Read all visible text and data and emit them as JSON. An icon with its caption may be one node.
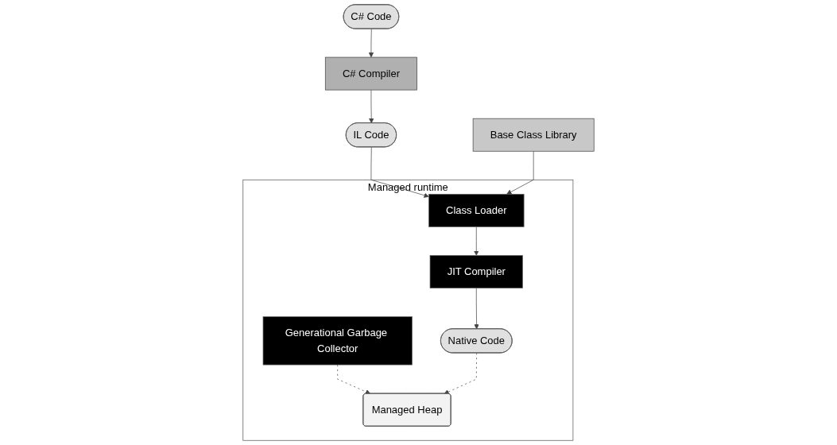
{
  "diagram": {
    "nodes": [
      {
        "text": [
          "C# Code"
        ]
      },
      {
        "text": [
          "C# Compiler"
        ]
      },
      {
        "text": [
          "IL Code"
        ]
      },
      {
        "text": [
          "Base Class Library"
        ]
      },
      {
        "text": [
          "Managed runtime"
        ]
      },
      {
        "text": [
          "Managed Heap"
        ],
        "in": 4
      },
      {
        "text": [
          "Generational Garbage Collector"
        ],
        "in": 4
      },
      {
        "text": [
          "Class Loader"
        ],
        "in": 4
      },
      {
        "text": [
          "JIT Compiler"
        ],
        "in": 4
      },
      {
        "text": [
          "Native Code"
        ],
        "in": 4
      }
    ],
    "edges": [
      {
        "from": 0,
        "to": 1,
        "arrow": "to"
      },
      {
        "from": 1,
        "to": 2,
        "arrow": "to"
      },
      {
        "from": 2,
        "to": 7,
        "arrow": "to"
      },
      {
        "from": 3,
        "to": 7,
        "arrow": "to"
      },
      {
        "from": 7,
        "to": 8,
        "arrow": "to"
      },
      {
        "from": 8,
        "to": 9,
        "arrow": "to"
      },
      {
        "from": 6,
        "to": 5,
        "arrow": "to",
        "style": "dashed"
      },
      {
        "from": 9,
        "to": 5,
        "arrow": "to",
        "style": "dashed"
      }
    ]
  }
}
